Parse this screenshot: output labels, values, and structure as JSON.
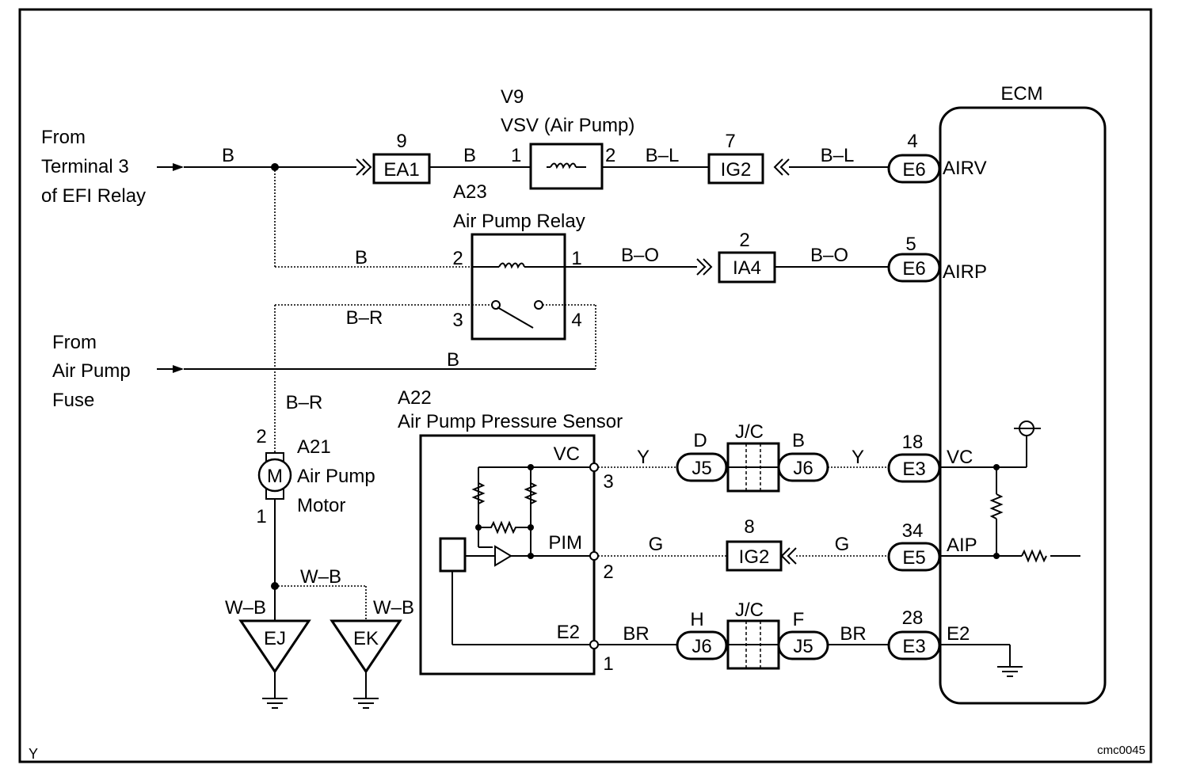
{
  "sources": {
    "efi": [
      "From",
      "Terminal 3",
      "of EFI Relay"
    ],
    "fuse": [
      "From",
      "Air Pump",
      "Fuse"
    ]
  },
  "ecm": {
    "title": "ECM",
    "pins": [
      "AIRV",
      "AIRP",
      "VC",
      "AIP",
      "E2"
    ]
  },
  "components": {
    "vsv_code": "V9",
    "vsv_name": "VSV (Air Pump)",
    "relay_code": "A23",
    "relay_name": "Air Pump Relay",
    "motor_code": "A21",
    "motor_name": [
      "Air Pump",
      "Motor"
    ],
    "motor_symbol": "M",
    "sensor_code": "A22",
    "sensor_name": "Air Pump Pressure Sensor",
    "sensor_pins": [
      "VC",
      "PIM",
      "E2"
    ]
  },
  "connectors": {
    "ea1": "EA1",
    "ig2_top": "IG2",
    "ia4": "IA4",
    "ig2_mid": "IG2",
    "e6_a": "E6",
    "e6_b": "E6",
    "e3_vc": "E3",
    "e5": "E5",
    "e3_e2": "E3",
    "j5_vc": "J5",
    "j6_vc": "J6",
    "j6_e2": "J6",
    "j5_e2": "J5",
    "jc_vc": "J/C",
    "jc_e2": "J/C"
  },
  "pin_numbers": {
    "ea1": "9",
    "ig2_top": "7",
    "e6_a": "4",
    "ia4": "2",
    "e6_b": "5",
    "e3_vc": "18",
    "ig2_mid": "8",
    "e5": "34",
    "e3_e2": "28",
    "vsv_1": "1",
    "vsv_2": "2",
    "relay_1": "1",
    "relay_2": "2",
    "relay_3": "3",
    "relay_4": "4",
    "motor_1": "1",
    "motor_2": "2",
    "sensor_1": "1",
    "sensor_2": "2",
    "sensor_3": "3",
    "j_d": "D",
    "j_b": "B",
    "j_h": "H",
    "j_f": "F"
  },
  "wire_colors": {
    "b1": "B",
    "b2": "B",
    "b3": "B",
    "b4": "B",
    "bl1": "B–L",
    "bl2": "B–L",
    "bo1": "B–O",
    "bo2": "B–O",
    "br1": "B–R",
    "br2": "B–R",
    "y1": "Y",
    "y2": "Y",
    "g1": "G",
    "g2": "G",
    "brn1": "BR",
    "brn2": "BR",
    "wb1": "W–B",
    "wb2": "W–B",
    "wb3": "W–B"
  },
  "grounds": [
    "EJ",
    "EK"
  ],
  "footer": {
    "left": "Y",
    "right": "cmc0045"
  }
}
